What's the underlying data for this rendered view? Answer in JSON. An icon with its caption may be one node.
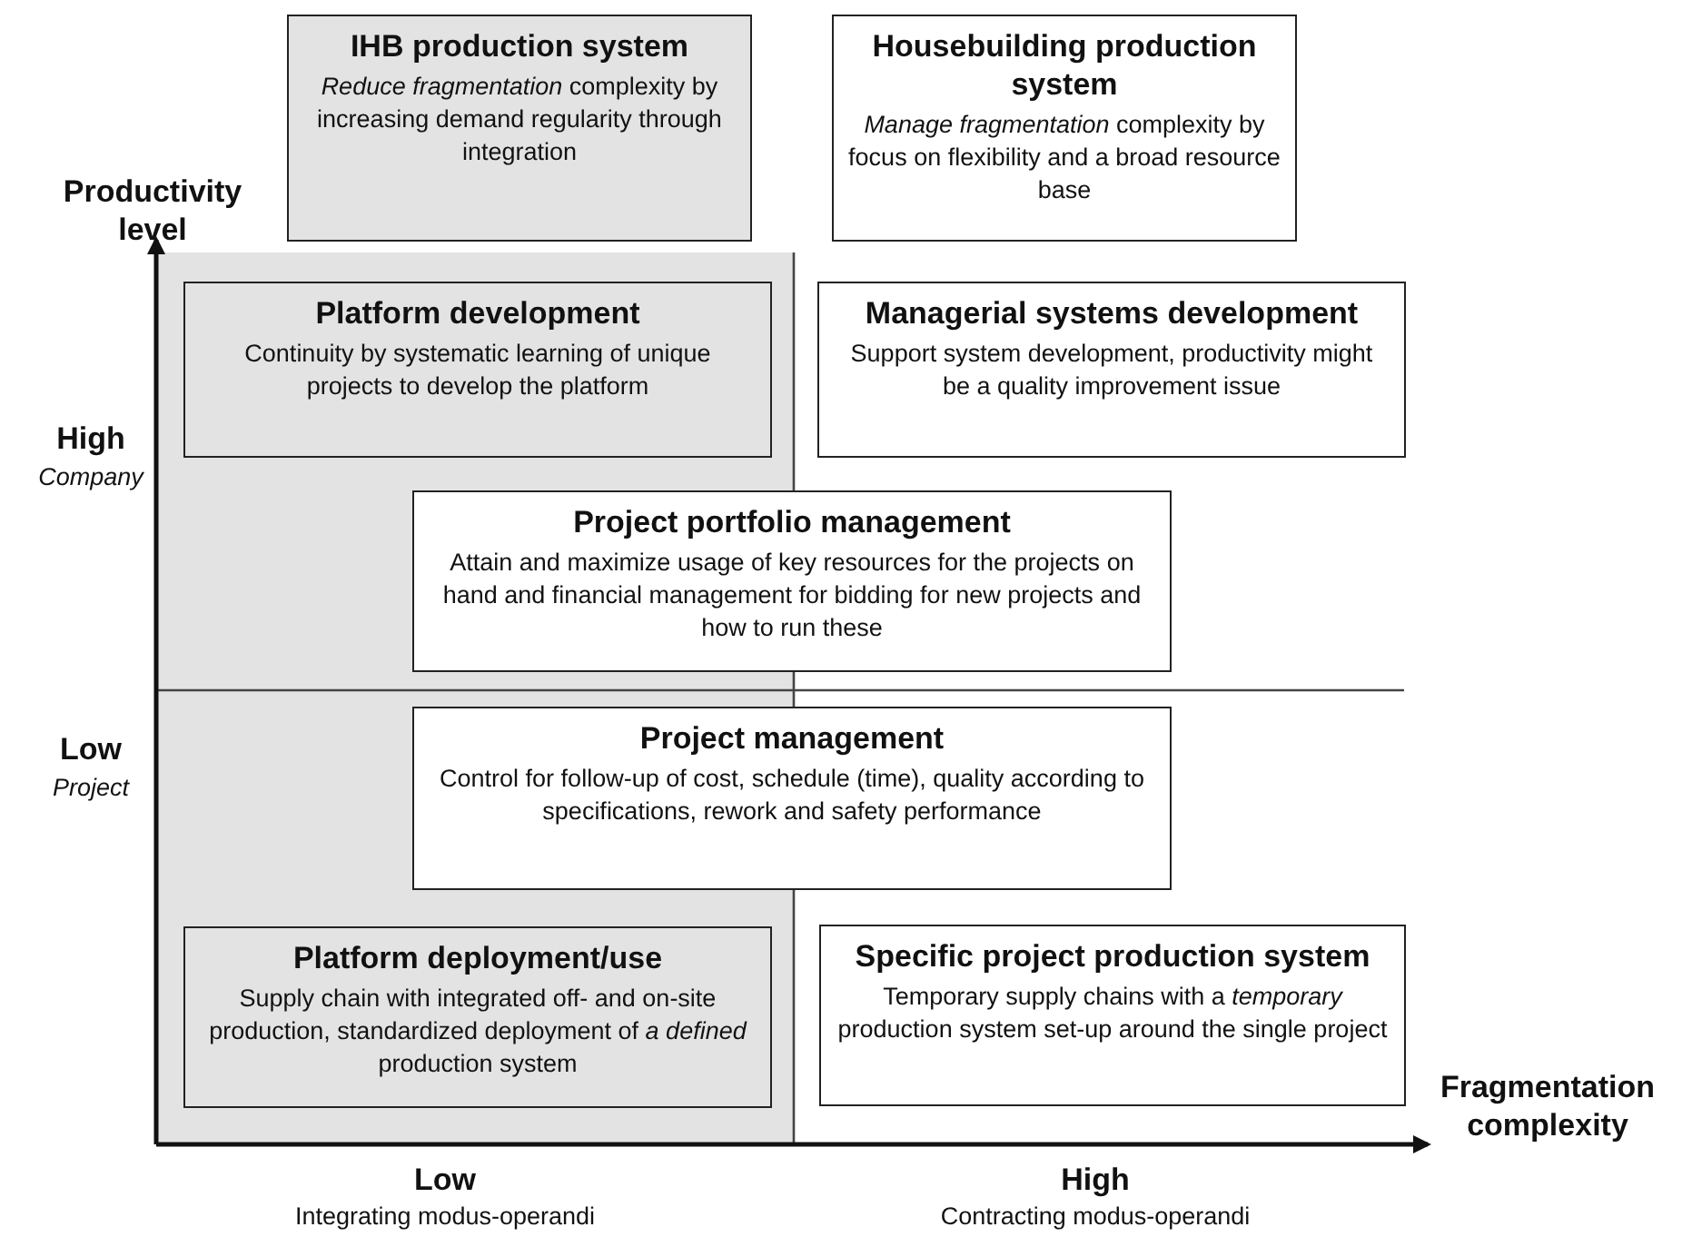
{
  "diagram": {
    "nodes": [
      {
        "text": [
          "IHB production system",
          "*Reduce fragmentation* complexity by increasing demand regularity through integration"
        ]
      },
      {
        "text": [
          "Housebuilding production system",
          "*Manage fragmentation* complexity by focus on flexibility and a broad resource base"
        ]
      },
      {
        "text": [
          "Platform development",
          "Continuity by systematic learning of unique projects to develop the platform"
        ]
      },
      {
        "text": [
          "Managerial systems development",
          "Support system development, productivity might be a quality improvement issue"
        ]
      },
      {
        "text": [
          "Project portfolio management",
          "Attain and maximize usage of key resources for the projects on hand and financial management for bidding for new projects and how to run these"
        ]
      },
      {
        "text": [
          "Project management",
          "Control for follow-up of cost, schedule (time), quality according to specifications, rework and safety performance"
        ]
      },
      {
        "text": [
          "Platform deployment/use",
          "Supply chain with integrated off- and on-site production, standardized deployment of *a defined* production system"
        ]
      },
      {
        "text": [
          "Specific project production system",
          "Temporary supply chains with a *temporary* production system set-up around the single project"
        ]
      }
    ],
    "labels": [
      "Productivity level",
      "High",
      "Company",
      "Low",
      "Project",
      "Low",
      "Integrating modus-operandi",
      "High",
      "Contracting modus-operandi",
      "Fragmentation complexity"
    ]
  }
}
